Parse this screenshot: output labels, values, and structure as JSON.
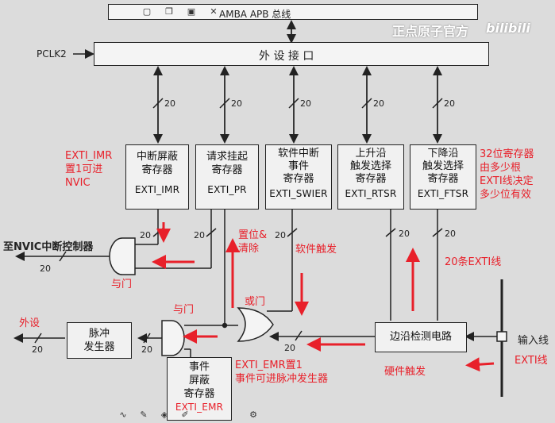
{
  "toolbar_top": {
    "icons": [
      "minimize-icon",
      "copy-icon",
      "save-icon",
      "close-icon"
    ],
    "glyphs": [
      "▢",
      "❐",
      "▣",
      "✕"
    ]
  },
  "watermark": {
    "text": "正点原子官方",
    "logo": "bilibili"
  },
  "bus": {
    "amba": "AMBA APB 总线",
    "interface": "外 设 接 口",
    "pclk": "PCLK2"
  },
  "bus_width": "20",
  "registers": [
    {
      "title": "中断屏蔽\n寄存器",
      "name": "EXTI_IMR"
    },
    {
      "title": "请求挂起\n寄存器",
      "name": "EXTI_PR"
    },
    {
      "title": "软件中断\n事件\n寄存器",
      "name": "EXTI_SWIER"
    },
    {
      "title": "上升沿\n触发选择\n寄存器",
      "name": "EXTI_RTSR"
    },
    {
      "title": "下降沿\n触发选择\n寄存器",
      "name": "EXTI_FTSR"
    }
  ],
  "blocks": {
    "nvic_label": "至NVIC中断控制器",
    "pulse_gen": "脉冲\n发生器",
    "peripheral": "外设",
    "edge_detect": "边沿检测电路",
    "input_line": "输入线",
    "event_mask": {
      "title": "事件\n屏蔽\n寄存器",
      "name": "EXTI_EMR"
    }
  },
  "annotations": {
    "imr_note": "EXTI_IMR\n置1可进\nNVIC",
    "reg_note": "32位寄存器\n由多少根\nEXTI线决定\n多少位有效",
    "pr_note": "置位&\n清除",
    "swier_note": "软件触发",
    "and_gate_top": "与门",
    "and_gate_bottom": "与门",
    "or_gate": "或门",
    "lines_note": "20条EXTI线",
    "emr_note": "EXTI_EMR置1\n事件可进脉冲发生器",
    "hw_trigger": "硬件触发",
    "exti_line": "EXTI线",
    "peripheral_red": "外设"
  },
  "toolbar_bottom": {
    "icons": [
      "wave-icon",
      "pen-icon",
      "eraser-icon",
      "pencil-icon",
      "gear-icon"
    ],
    "glyphs": [
      "∿",
      "✎",
      "◈",
      "✐",
      "⚙"
    ]
  }
}
